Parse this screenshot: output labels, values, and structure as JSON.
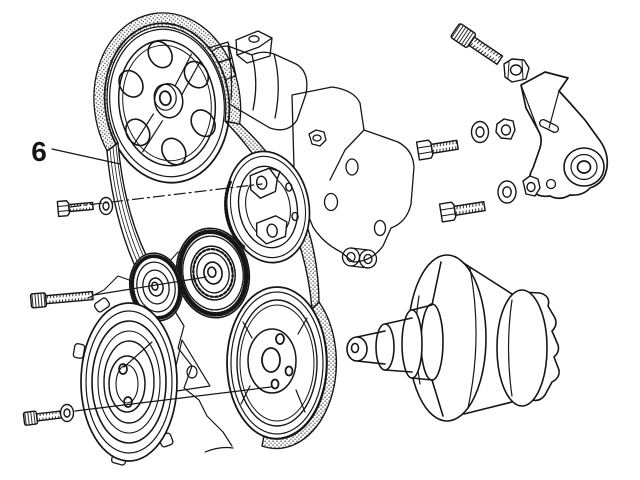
{
  "figure": {
    "background_color": "#ffffff",
    "line_color": "#161616",
    "callout": {
      "label": "6"
    },
    "parts": [
      "drive-belt",
      "pump-pulley",
      "water-pump-pulley",
      "tensioner-pulley",
      "idler-pulley",
      "crankshaft-pulley",
      "cover-plate",
      "crankshaft",
      "adjuster-bracket",
      "pump-body",
      "engine-casting",
      "socket-head-bolts",
      "hex-bolts",
      "washers",
      "nuts"
    ]
  }
}
